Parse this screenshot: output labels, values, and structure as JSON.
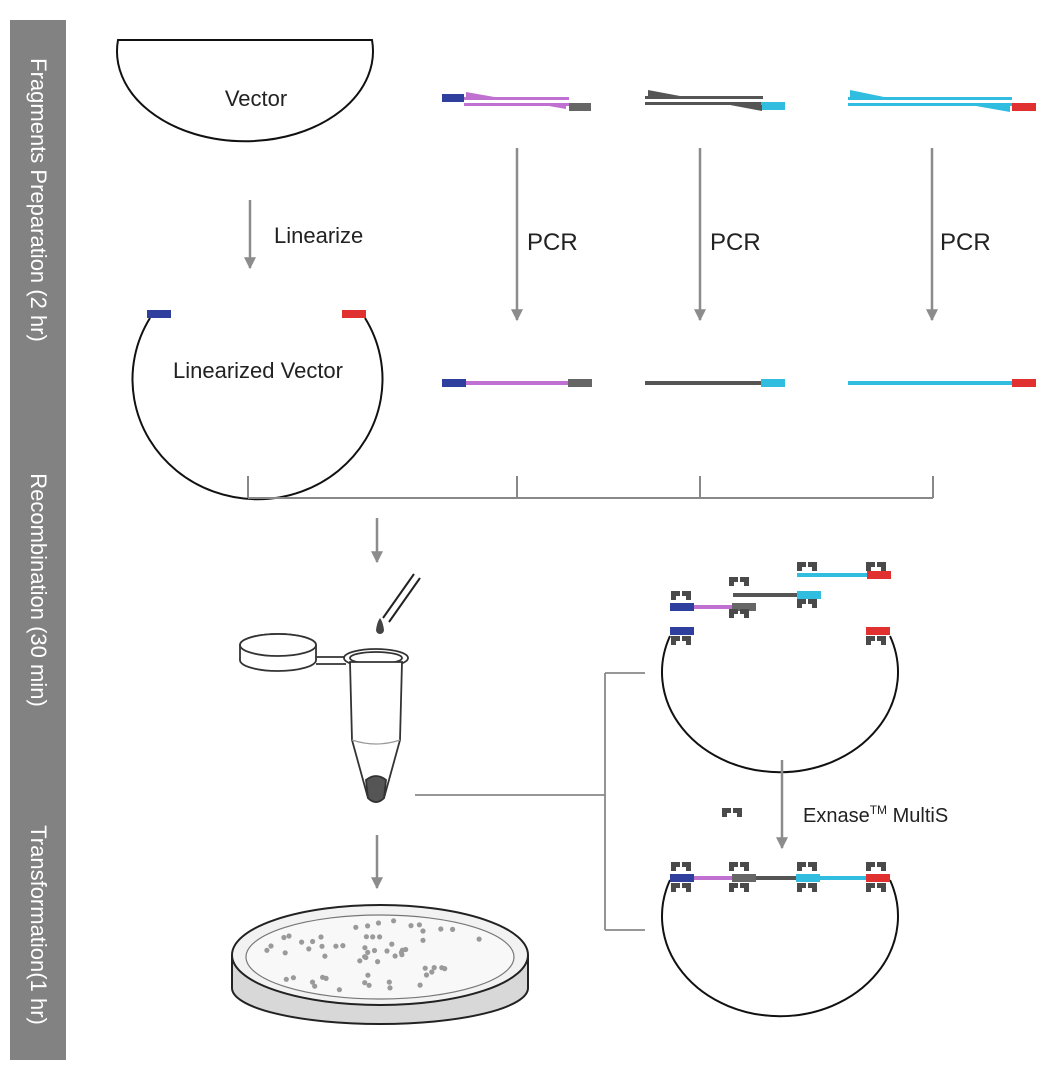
{
  "sidebar": {
    "stages": [
      {
        "label": "Fragments Preparation (2 hr)"
      },
      {
        "label": "Recombination (30 min)"
      },
      {
        "label": "Transformation(1 hr)"
      }
    ]
  },
  "labels": {
    "vector": "Vector",
    "linearize": "Linearize",
    "linearized_vector": "Linearized Vector",
    "pcr_1": "PCR",
    "pcr_2": "PCR",
    "pcr_3": "PCR",
    "enzyme_name": "Exnase",
    "enzyme_tm": "TM",
    "enzyme_suffix": " MultiS"
  },
  "colors": {
    "sidebar_bg": "#828282",
    "sidebar_text": "#ffffff",
    "arrow": "#8c8c8c",
    "line": "#888888",
    "dna_gray": "#555555",
    "dark_blue": "#2e3f9e",
    "red": "#e03030",
    "purple": "#c070d0",
    "cyan": "#30bde0",
    "gray_end": "#666666",
    "enzyme": "#4a4a4a"
  }
}
